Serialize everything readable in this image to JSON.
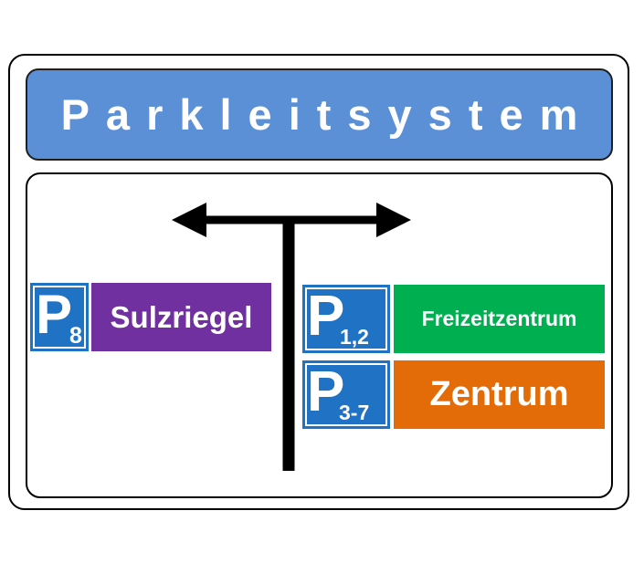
{
  "sign": {
    "title": "Parkleitsystem"
  },
  "signs": [
    {
      "p_letter": "P",
      "p_number": "8",
      "destination": "Sulzriegel",
      "color": "#7030a0"
    },
    {
      "p_letter": "P",
      "p_number": "1,2",
      "destination": "Freizeitzentrum",
      "color": "#00b050"
    },
    {
      "p_letter": "P",
      "p_number": "3-7",
      "destination": "Zentrum",
      "color": "#e36c09"
    }
  ],
  "colors": {
    "title_bar": "#5b8fd6",
    "parking_blue": "#1f72c4"
  },
  "icons": {
    "arrow": "double-headed-arrow-left-right"
  }
}
